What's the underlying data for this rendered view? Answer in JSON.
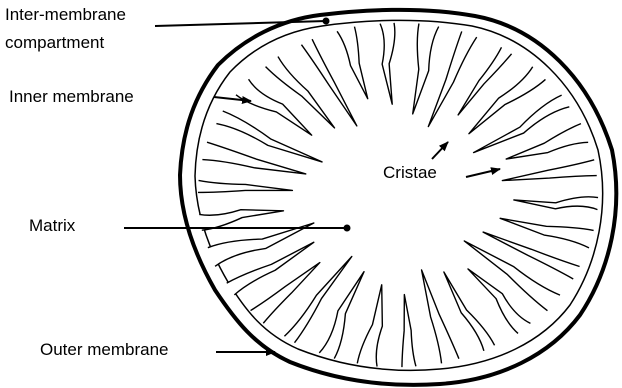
{
  "labels": {
    "intermembrane_line1": "Inter-membrane",
    "intermembrane_line2": "compartment",
    "inner_membrane": "Inner membrane",
    "matrix": "Matrix",
    "outer_membrane": "Outer membrane",
    "cristae": "Cristae"
  }
}
